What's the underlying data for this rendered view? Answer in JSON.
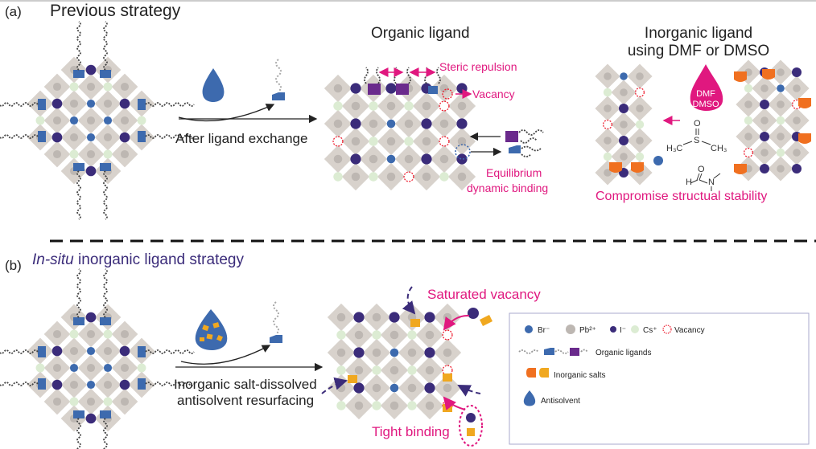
{
  "panel_a": {
    "label": "(a)",
    "title": "Previous strategy",
    "exchange_caption": "After ligand exchange",
    "organic": {
      "title": "Organic ligand",
      "steric": "Steric repulsion",
      "vacancy": "Vacancy",
      "equilibrium_1": "Equilibrium",
      "equilibrium_2": "dynamic binding"
    },
    "inorganic": {
      "title_1": "Inorganic ligand",
      "title_2": "using DMF or DMSO",
      "drop_1": "DMF",
      "drop_2": "DMSO",
      "compromise": "Compromise structual stability",
      "dmso_h3c": "H₃C",
      "dmso_ch3": "CH₃",
      "dmso_s": "S",
      "dmso_o": "O",
      "dmf_h": "H",
      "dmf_n": "N",
      "dmf_o": "O"
    }
  },
  "panel_b": {
    "label": "(b)",
    "title_italic": "In-situ",
    "title_rest": " inorganic ligand strategy",
    "caption_1": "Inorganic salt-dissolved",
    "caption_2": "antisolvent resurfacing",
    "saturated": "Saturated vacancy",
    "tight": "Tight binding"
  },
  "legend": {
    "br": "Br⁻",
    "pb": "Pb²⁺",
    "i": "I⁻",
    "cs": "Cs⁺",
    "vacancy": "Vacancy",
    "organic": "Organic ligands",
    "inorganic": "Inorganic  salts",
    "antisolvent": "Antisolvent"
  },
  "colors": {
    "pink": "#e0187f",
    "navy": "#3b2c7a",
    "blue": "#3d6aae",
    "gray_tile": "#d8d2cc",
    "pb_gray": "#bdb7b2",
    "cs_green": "#dcecd3",
    "purple_ligand": "#6a2a8c",
    "orange": "#f07020",
    "gold": "#f0a820"
  }
}
